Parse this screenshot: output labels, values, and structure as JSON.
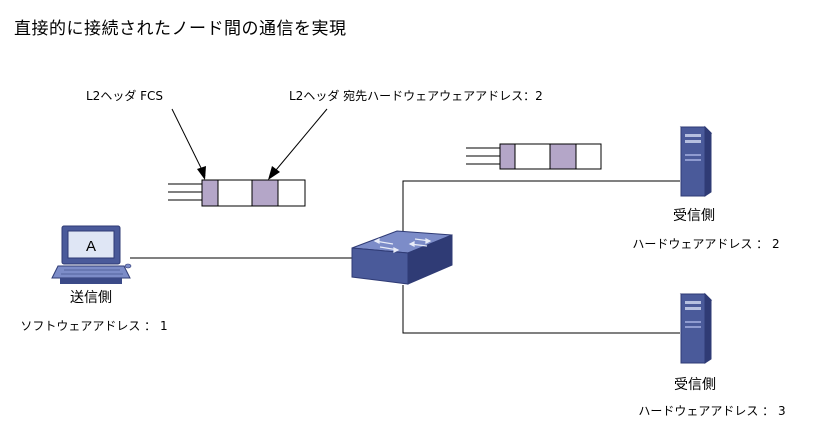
{
  "title": "直接的に接続されたノード間の通信を実現",
  "frame_labels": {
    "fcs_label": "L2ヘッダ  FCS",
    "dest_label": "L2ヘッダ  宛先ハードウェアウェアアドレス：2"
  },
  "nodes": {
    "sender": {
      "screen_letter": "A",
      "name": "送信側",
      "address": "ソフトウェアアドレス ： 1"
    },
    "receiver1": {
      "name": "受信側",
      "address": "ハードウェアアドレス ： 2"
    },
    "receiver2": {
      "name": "受信側",
      "address": "ハードウェアアドレス ： 3"
    }
  },
  "colors": {
    "header_fill": "#b4a6c8",
    "device_blue": "#4a5a9a",
    "device_dark": "#2f3b75",
    "device_light": "#7c8cc8",
    "line": "#000000"
  },
  "icons": {
    "sender": "desktop-computer-icon",
    "switch": "network-switch-icon",
    "receiver1": "server-tower-icon",
    "receiver2": "server-tower-icon"
  }
}
